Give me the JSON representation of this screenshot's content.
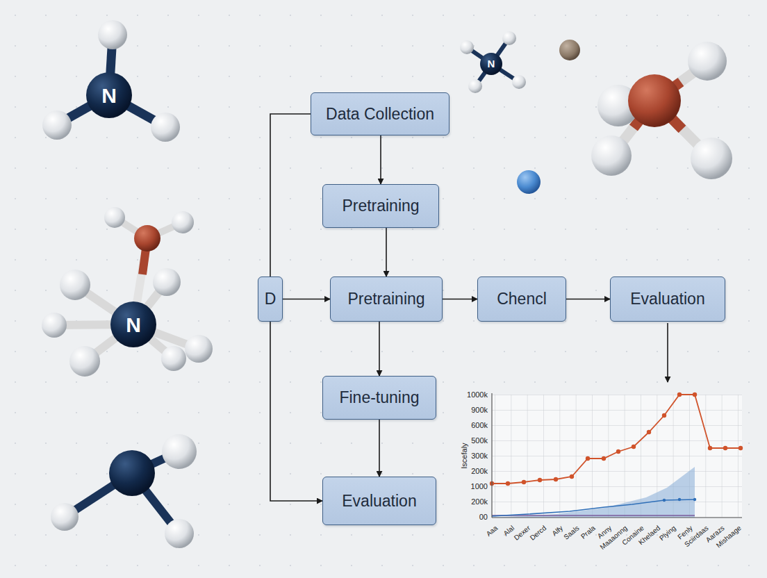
{
  "diagram": {
    "nodes": [
      {
        "text": [
          "Data Collection"
        ]
      },
      {
        "text": [
          "Pretraining"
        ]
      },
      {
        "text": [
          "D"
        ]
      },
      {
        "text": [
          "Pretraining"
        ]
      },
      {
        "text": [
          "Chencl"
        ]
      },
      {
        "text": [
          "Evaluation"
        ]
      },
      {
        "text": [
          "Fine-tuning"
        ]
      },
      {
        "text": [
          "Evaluation"
        ]
      }
    ],
    "edges": [
      {
        "from": 0,
        "to": 1,
        "arrow": "to"
      },
      {
        "from": 1,
        "to": 3,
        "arrow": "to"
      },
      {
        "from": 2,
        "to": 3,
        "arrow": "to"
      },
      {
        "from": 3,
        "to": 4,
        "arrow": "to"
      },
      {
        "from": 4,
        "to": 5,
        "arrow": "to"
      },
      {
        "from": 3,
        "to": 6,
        "arrow": "to"
      },
      {
        "from": 6,
        "to": 7,
        "arrow": "to"
      },
      {
        "from": 0,
        "to": 2,
        "arrow": "none"
      },
      {
        "from": 2,
        "to": 7,
        "arrow": "to"
      }
    ],
    "labels": [
      "N",
      "N",
      "N",
      "1000k",
      "900k",
      "600k",
      "500k",
      "300k",
      "200k",
      "1000",
      "200k",
      "00",
      "Iscefaly",
      "Aaa",
      "Alal",
      "Dexer",
      "Dercd",
      "Alfy",
      "Saals",
      "Prala",
      "Anny",
      "Maaaonng",
      "Conaine",
      "Khelaed",
      "Plying",
      "Fenly",
      "Sciirdaas",
      "Aarazs",
      "Mishaage"
    ]
  }
}
